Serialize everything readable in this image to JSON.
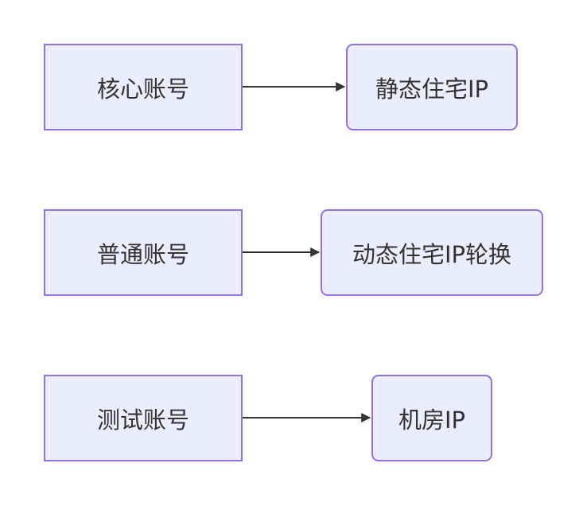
{
  "nodes": {
    "core": "核心账号",
    "static_ip": "静态住宅IP",
    "normal": "普通账号",
    "dynamic_ip": "动态住宅IP轮换",
    "test": "测试账号",
    "datacenter_ip": "机房IP"
  },
  "edges": [
    {
      "from": "core",
      "to": "static_ip"
    },
    {
      "from": "normal",
      "to": "dynamic_ip"
    },
    {
      "from": "test",
      "to": "datacenter_ip"
    }
  ],
  "colors": {
    "node_fill": "#ececff",
    "node_border": "#9370db",
    "edge": "#333333",
    "text": "#333333"
  }
}
